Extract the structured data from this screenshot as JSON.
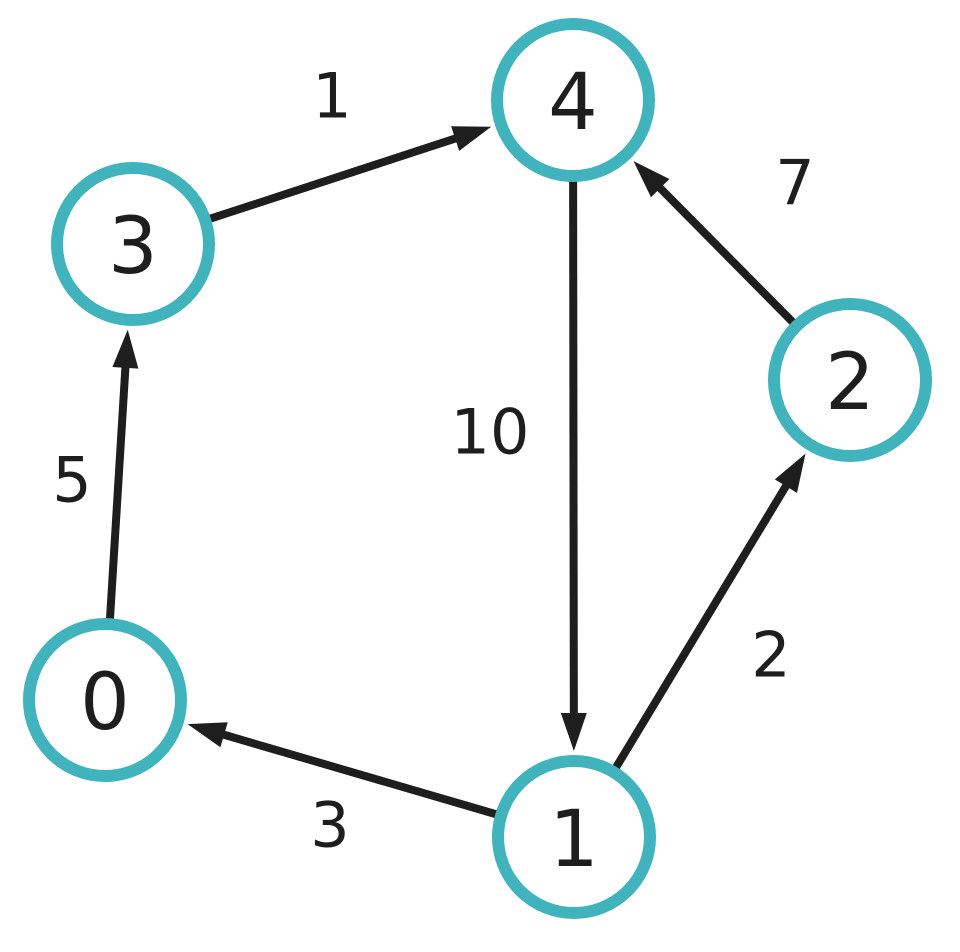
{
  "colors": {
    "node_stroke": "#41b3bd",
    "edge": "#1e1e1e",
    "text": "#1e1e1e"
  },
  "nodes": [
    {
      "id": "0",
      "label": "0"
    },
    {
      "id": "1",
      "label": "1"
    },
    {
      "id": "2",
      "label": "2"
    },
    {
      "id": "3",
      "label": "3"
    },
    {
      "id": "4",
      "label": "4"
    }
  ],
  "edges": [
    {
      "from": "0",
      "to": "3",
      "weight": "5"
    },
    {
      "from": "3",
      "to": "4",
      "weight": "1"
    },
    {
      "from": "4",
      "to": "1",
      "weight": "10"
    },
    {
      "from": "2",
      "to": "4",
      "weight": "7"
    },
    {
      "from": "1",
      "to": "2",
      "weight": "2"
    },
    {
      "from": "1",
      "to": "0",
      "weight": "3"
    }
  ]
}
